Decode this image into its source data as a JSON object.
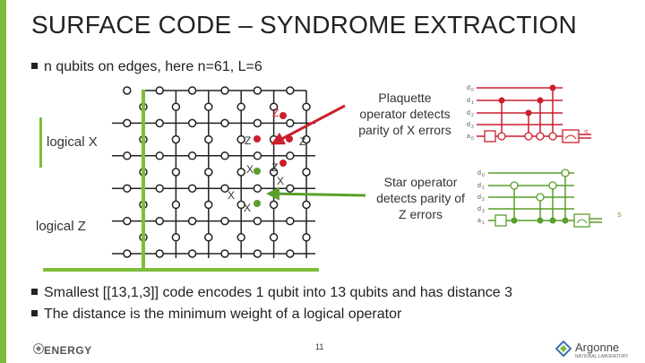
{
  "slide": {
    "title": "SURFACE CODE – SYNDROME EXTRACTION",
    "bullet_top": "n qubits on edges, here n=61, L=6",
    "bullets_bottom": [
      "Smallest [[13,1,3]] code encodes 1 qubit into 13 qubits and has distance 3",
      "The distance is the minimum weight of a logical operator"
    ],
    "page_number": "11",
    "logical_x_label": "logical X",
    "logical_z_label": "logical Z",
    "plaquette_text": [
      "Plaquette",
      "operator detects",
      "parity of X errors"
    ],
    "star_text": [
      "Star operator",
      "detects parity of",
      "Z errors"
    ],
    "lattice_labels": {
      "plaquette": [
        "Z",
        "Z",
        "Z",
        "Z"
      ],
      "star": [
        "X",
        "X",
        "X",
        "X"
      ]
    },
    "circuit_top": {
      "labels": [
        "d",
        "d",
        "d",
        "d",
        "a"
      ],
      "subs": [
        "0",
        "1",
        "2",
        "3",
        "0"
      ],
      "meter": "S"
    },
    "circuit_bottom": {
      "labels": [
        "d",
        "d",
        "d",
        "d",
        "a"
      ],
      "subs": [
        "0",
        "1",
        "2",
        "3",
        "1"
      ],
      "meter": "S"
    },
    "footer": {
      "left_logo": "ENERGY",
      "right_logo": "Argonne",
      "right_sub": "NATIONAL LABORATORY"
    },
    "colors": {
      "accent": "#7dbd3a",
      "red": "#cc1f2b",
      "green": "#5a9e2c",
      "ink": "#222222"
    }
  }
}
